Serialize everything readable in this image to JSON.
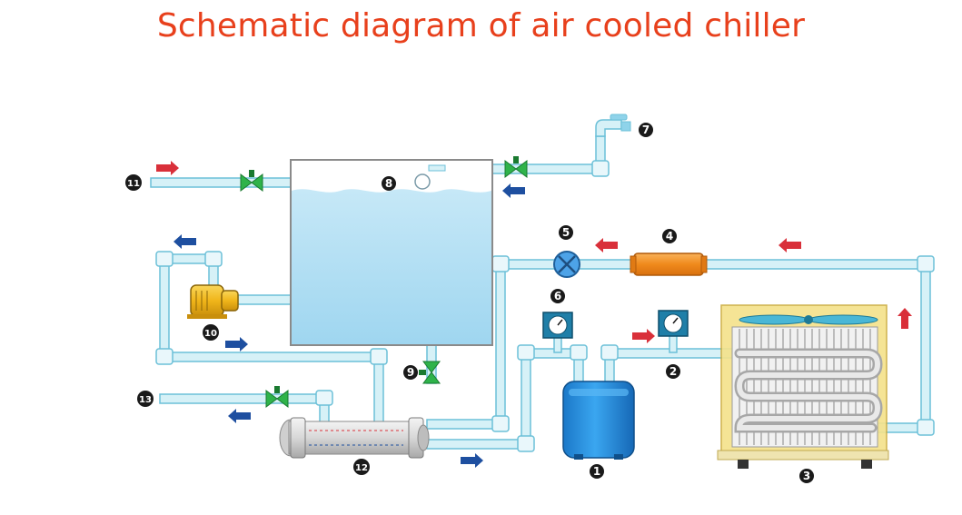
{
  "title": "Schematic diagram of air cooled chiller",
  "component_numbers": {
    "compressor": "1",
    "pressure_gauge_right": "2",
    "condenser": "3",
    "filter_drier": "4",
    "expansion_valve": "5",
    "pressure_gauge_left": "6",
    "water_tap": "7",
    "float_valve": "8",
    "drain_valve": "9",
    "water_pump": "10",
    "water_inlet": "11",
    "evaporator": "12",
    "water_outlet": "13"
  },
  "colors": {
    "title": "#e8401c",
    "pipe_fill": "#d6f1f7",
    "pipe_stroke": "#6cc0d8",
    "water": "#a9dcf2",
    "valve": "#2fb34a",
    "arrow_red": "#d9303a",
    "arrow_blue": "#1e4fa0",
    "compressor": "#1f8fe0",
    "filter": "#f0871e",
    "pump": "#f2b81e",
    "condenser_frame": "#f5e28a"
  }
}
